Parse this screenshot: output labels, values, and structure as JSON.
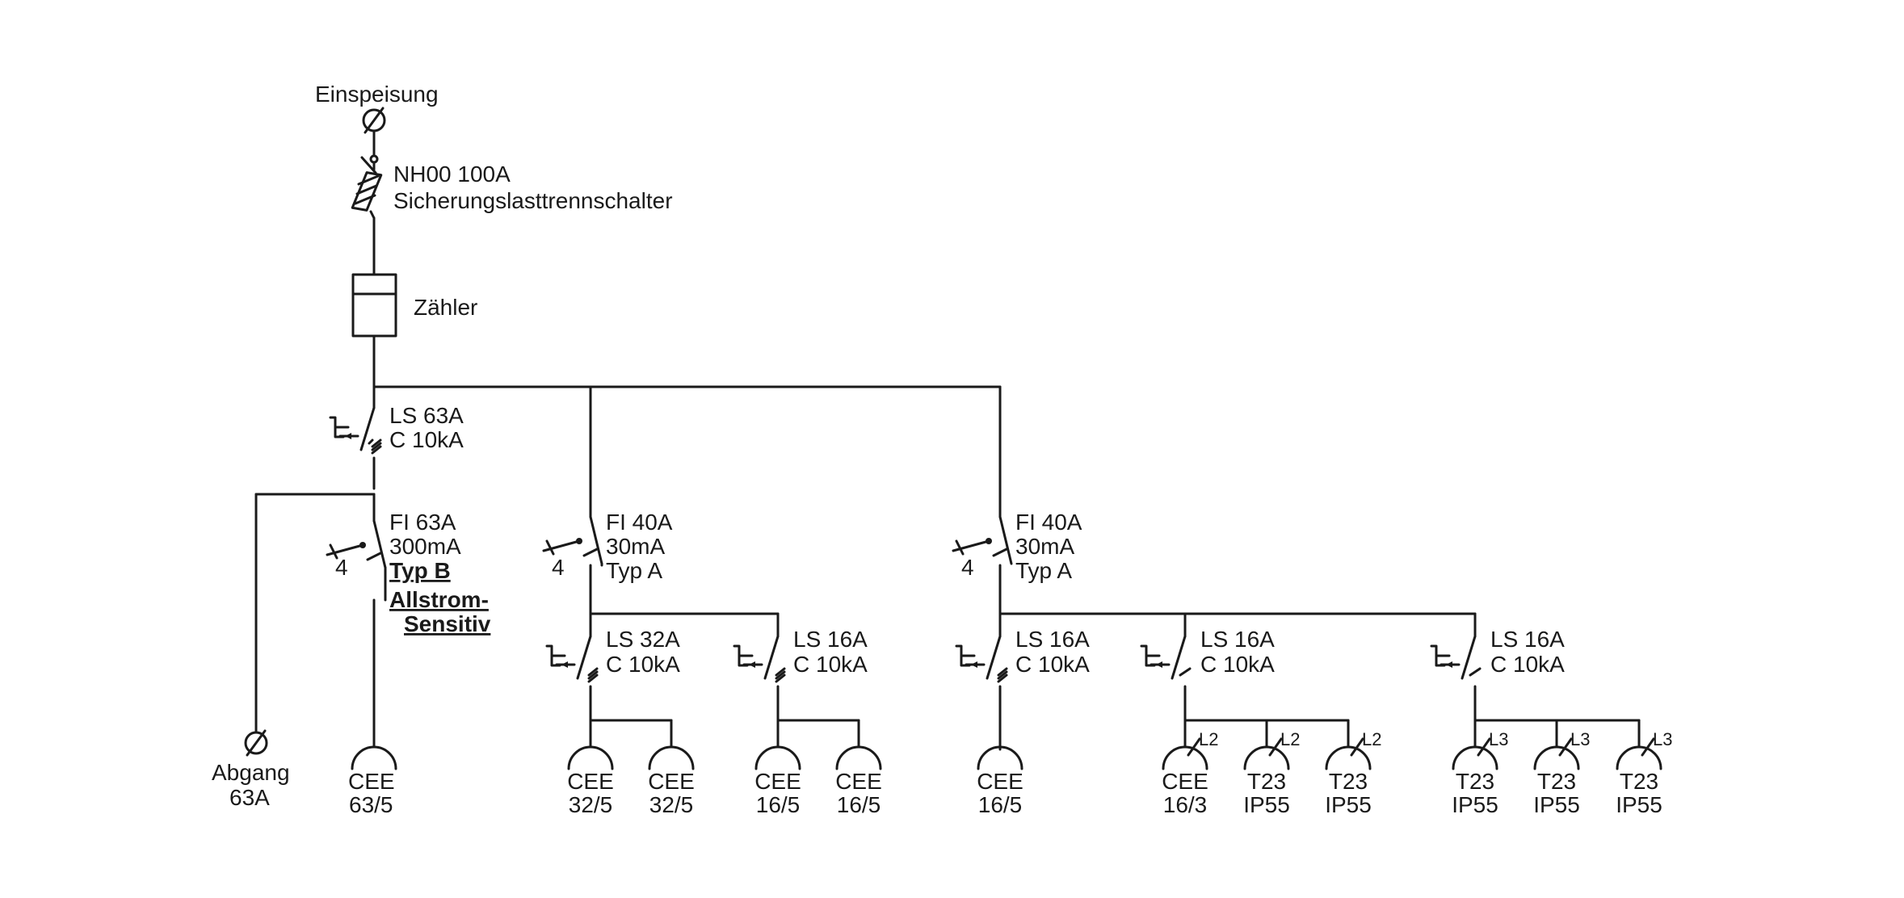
{
  "feed": {
    "label": "Einspeisung",
    "fuse_line1": "NH00 100A",
    "fuse_line2": "Sicherungslasttrennschalter",
    "meter": "Zähler"
  },
  "main_breaker": {
    "line1": "LS 63A",
    "line2": "C 10kA"
  },
  "rcd_main": {
    "line1": "FI 63A",
    "line2": "300mA",
    "line3": "Typ B",
    "line4": "Allstrom-",
    "line5": "Sensitiv",
    "poles": "4"
  },
  "outlet_abgang": {
    "line1": "Abgang",
    "line2": "63A"
  },
  "outlet_cee63": {
    "line1": "CEE",
    "line2": "63/5"
  },
  "rcd_2": {
    "line1": "FI 40A",
    "line2": "30mA",
    "line3": "Typ A",
    "poles": "4"
  },
  "rcd_3": {
    "line1": "FI 40A",
    "line2": "30mA",
    "line3": "Typ A",
    "poles": "4"
  },
  "ls_32": {
    "line1": "LS 32A",
    "line2": "C 10kA"
  },
  "ls_16_a": {
    "line1": "LS 16A",
    "line2": "C 10kA"
  },
  "ls_16_b": {
    "line1": "LS 16A",
    "line2": "C 10kA"
  },
  "ls_16_c": {
    "line1": "LS 16A",
    "line2": "C 10kA"
  },
  "ls_16_d": {
    "line1": "LS 16A",
    "line2": "C 10kA"
  },
  "sockets": [
    {
      "line1": "CEE",
      "line2": "32/5"
    },
    {
      "line1": "CEE",
      "line2": "32/5"
    },
    {
      "line1": "CEE",
      "line2": "16/5"
    },
    {
      "line1": "CEE",
      "line2": "16/5"
    },
    {
      "line1": "CEE",
      "line2": "16/5"
    },
    {
      "line1": "CEE",
      "line2": "16/3",
      "phase": "L2"
    },
    {
      "line1": "T23",
      "line2": "IP55",
      "phase": "L2"
    },
    {
      "line1": "T23",
      "line2": "IP55",
      "phase": "L2"
    },
    {
      "line1": "T23",
      "line2": "IP55",
      "phase": "L3"
    },
    {
      "line1": "T23",
      "line2": "IP55",
      "phase": "L3"
    },
    {
      "line1": "T23",
      "line2": "IP55",
      "phase": "L3"
    }
  ]
}
